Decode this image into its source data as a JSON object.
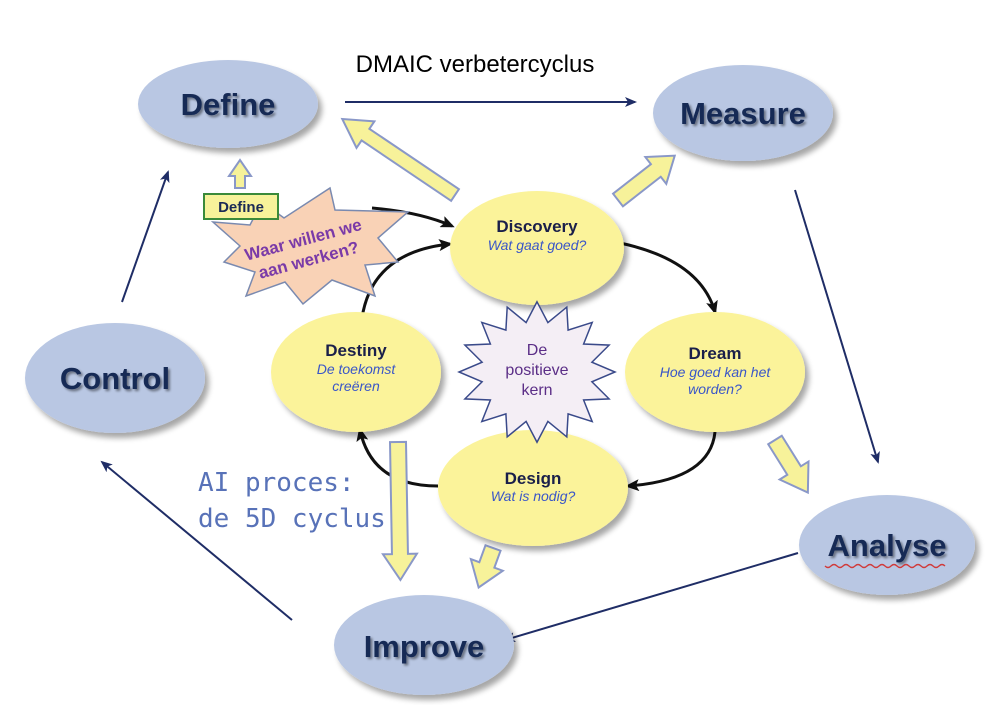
{
  "title": "DMAIC verbetercyclus",
  "dmaic": {
    "define": "Define",
    "measure": "Measure",
    "analyse": "Analyse",
    "improve": "Improve",
    "control": "Control"
  },
  "cycle_5d": {
    "discovery": {
      "title": "Discovery",
      "sub": "Wat gaat goed?"
    },
    "dream": {
      "title": "Dream",
      "sub1": "Hoe goed kan het",
      "sub2": "worden?"
    },
    "design": {
      "title": "Design",
      "sub": "Wat is nodig?"
    },
    "destiny": {
      "title": "Destiny",
      "sub1": "De toekomst",
      "sub2": "creëren"
    }
  },
  "core": {
    "line1": "De",
    "line2": "positieve",
    "line3": "kern"
  },
  "ai_label": {
    "line1": "AI proces:",
    "line2": "de 5D cyclus"
  },
  "starburst": {
    "line1": "Waar willen we",
    "line2": "aan werken?"
  },
  "define_box": "Define",
  "colors": {
    "dmaic_ellipse": "#b9c7e3",
    "d5_ellipse": "#fbf39a",
    "navy_arrow": "#1f2d66",
    "block_arrow_fill": "#f7f29a",
    "block_arrow_stroke": "#8a98c8",
    "starburst_fill": "#f9d2b6",
    "core_fill": "#f4eef5"
  }
}
